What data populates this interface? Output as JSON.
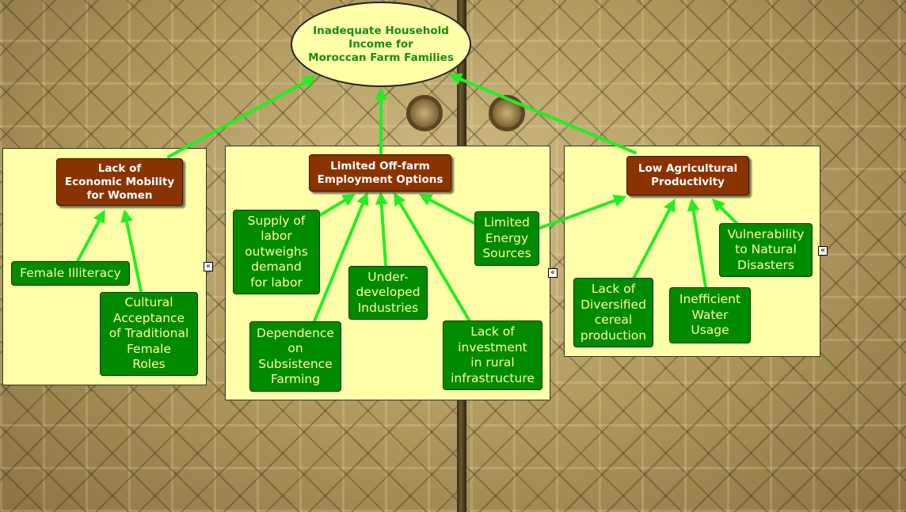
{
  "root": {
    "label": "Inadequate Household\nIncome for\nMoroccan Farm Families"
  },
  "groups": {
    "women": {
      "label": "Lack of\nEconomic Mobility\nfor Women",
      "causes": [
        {
          "label": "Female Illiteracy"
        },
        {
          "label": "Cultural\nAcceptance\nof Traditional\nFemale\nRoles"
        }
      ]
    },
    "employment": {
      "label": "Limited Off-farm\nEmployment Options",
      "causes": [
        {
          "label": "Supply of\nlabor\noutweighs\ndemand\nfor labor"
        },
        {
          "label": "Under-\ndeveloped\nIndustries"
        },
        {
          "label": "Dependence\non\nSubsistence\nFarming"
        },
        {
          "label": "Lack of\ninvestment\nin rural\ninfrastructure"
        },
        {
          "label": "Limited\nEnergy\nSources"
        }
      ]
    },
    "agriculture": {
      "label": "Low Agricultural\nProductivity",
      "causes": [
        {
          "label": "Lack of\nDiversified\ncereal\nproduction"
        },
        {
          "label": "Inefficient\nWater\nUsage"
        },
        {
          "label": "Vulnerability\nto Natural\nDisasters"
        }
      ]
    }
  },
  "collapse_glyph": "«",
  "colors": {
    "arrow": "#22ee22",
    "panel": "#ffffaa",
    "root_fill": "#ffffa8",
    "root_text": "#1a8a1a",
    "group_fill": "#8b3300",
    "cause_fill": "#008a00",
    "cause_text": "#ffff99"
  }
}
